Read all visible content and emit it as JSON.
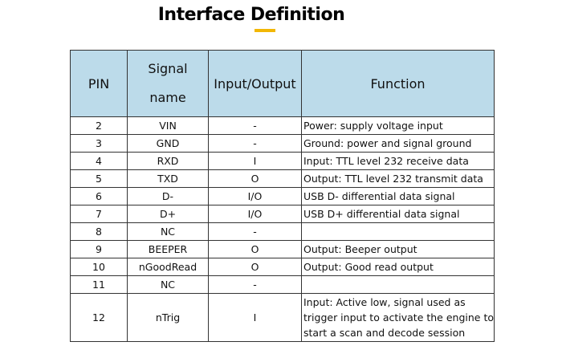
{
  "title": "Interface Definition",
  "colors": {
    "header_bg": "#bcdbea",
    "title_accent": "#f2b705",
    "border": "#333333"
  },
  "table": {
    "headers": {
      "pin": "PIN",
      "signal_line1": "Signal",
      "signal_line2": "name",
      "io": "Input/Output",
      "function": "Function"
    },
    "rows": [
      {
        "pin": "2",
        "signal": "VIN",
        "io": "-",
        "function": "Power: supply voltage input"
      },
      {
        "pin": "3",
        "signal": "GND",
        "io": "-",
        "function": "Ground: power and signal ground"
      },
      {
        "pin": "4",
        "signal": "RXD",
        "io": "I",
        "function": "Input: TTL level 232 receive data"
      },
      {
        "pin": "5",
        "signal": "TXD",
        "io": "O",
        "function": "Output: TTL level 232 transmit data"
      },
      {
        "pin": "6",
        "signal": "D-",
        "io": "I/O",
        "function": "USB D- differential data signal"
      },
      {
        "pin": "7",
        "signal": "D+",
        "io": "I/O",
        "function": "USB D+ differential data signal"
      },
      {
        "pin": "8",
        "signal": "NC",
        "io": "-",
        "function": ""
      },
      {
        "pin": "9",
        "signal": "BEEPER",
        "io": "O",
        "function": "Output: Beeper output"
      },
      {
        "pin": "10",
        "signal": "nGoodRead",
        "io": "O",
        "function": "Output: Good read output"
      },
      {
        "pin": "11",
        "signal": "NC",
        "io": "-",
        "function": ""
      },
      {
        "pin": "12",
        "signal": "nTrig",
        "io": "I",
        "function": "Input: Active low, signal used as trigger input to activate the engine to start a scan and decode session"
      }
    ]
  }
}
